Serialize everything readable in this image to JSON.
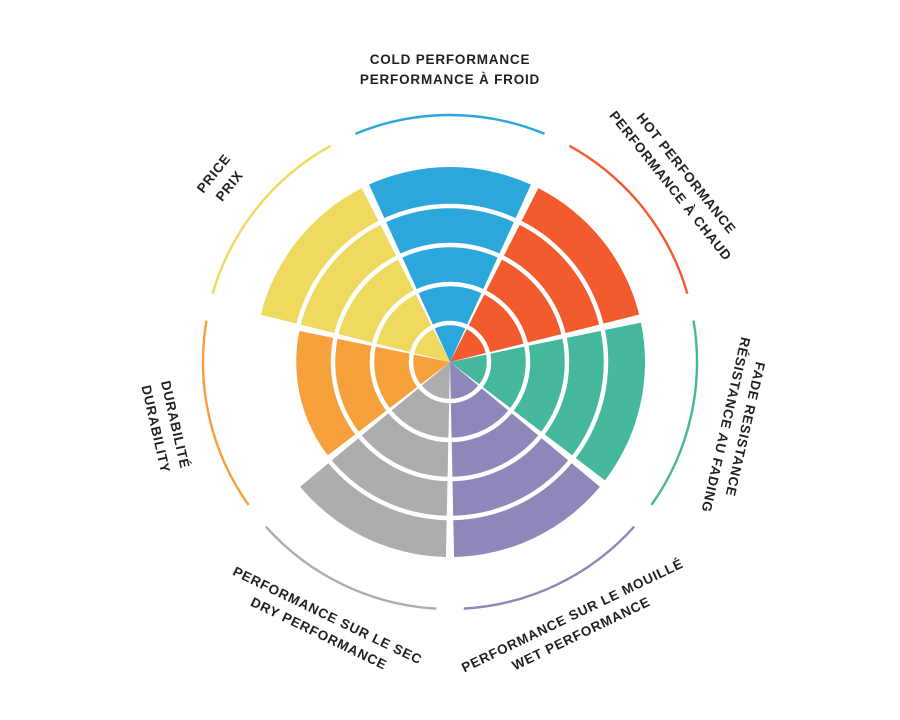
{
  "chart_data": {
    "type": "polar-rose (segmented radial rating wheel)",
    "title": "",
    "rings": 5,
    "max_level": 5,
    "background": "#FFFFFF",
    "text_color": "#231F20",
    "legend_position": "labels around wheel, bilingual",
    "categories": [
      {
        "id": "cold-performance",
        "line1": "COLD PERFORMANCE",
        "line2": "PERFORMANCE À FROID",
        "value": 5,
        "color": "#2BA7DC"
      },
      {
        "id": "hot-performance",
        "line1": "HOT PERFORMANCE",
        "line2": "PERFORMANCE À CHAUD",
        "value": 5,
        "color": "#F15B2E"
      },
      {
        "id": "fade-resistance",
        "line1": "FADE RESISTANCE",
        "line2": "RÉSISTANCE AU FADING",
        "value": 5,
        "color": "#45B79C"
      },
      {
        "id": "wet-performance",
        "line1": "PERFORMANCE SUR LE MOUILLÉ",
        "line2": "WET PERFORMANCE",
        "value": 5,
        "color": "#8D87BA"
      },
      {
        "id": "dry-performance",
        "line1": "PERFORMANCE SUR LE SEC",
        "line2": "DRY PERFORMANCE",
        "value": 5,
        "color": "#ADADAF"
      },
      {
        "id": "durability",
        "line1": "DURABILITÉ",
        "line2": "DURABILITY",
        "value": 4,
        "color": "#F6A13B"
      },
      {
        "id": "price",
        "line1": "PRICE",
        "line2": "PRIX",
        "value": 5,
        "color": "#EFD95F"
      }
    ]
  }
}
